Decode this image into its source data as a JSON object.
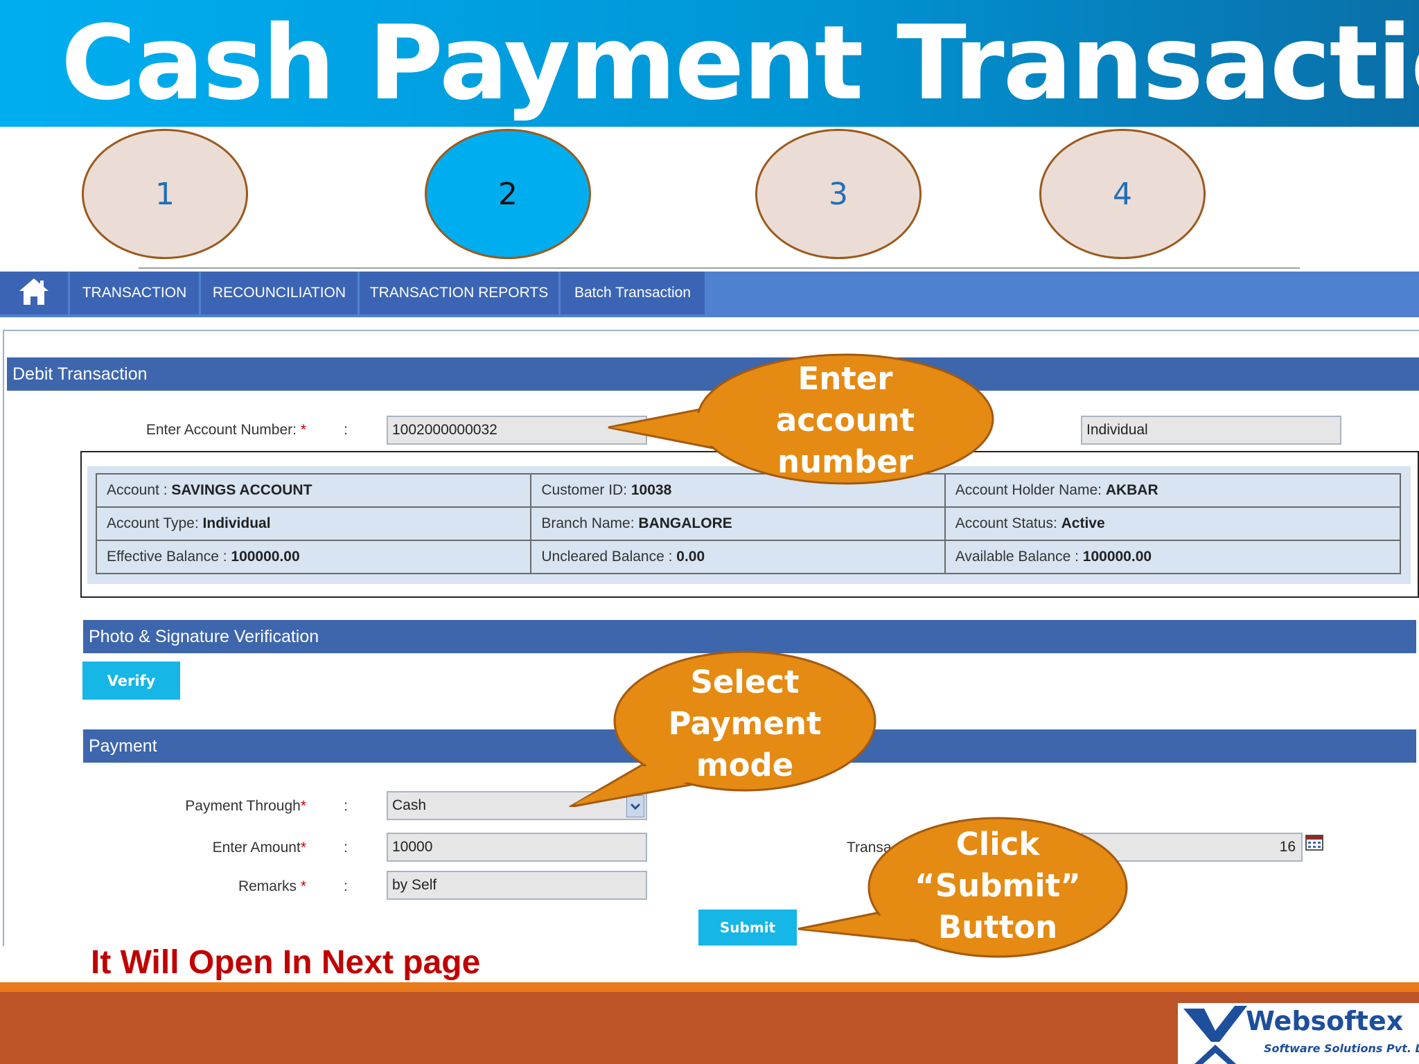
{
  "slide": {
    "title": "Cash Payment Transaction",
    "next_page_note": "It Will Open In Next page"
  },
  "steps": [
    {
      "label": "1",
      "active": false
    },
    {
      "label": "2",
      "active": true
    },
    {
      "label": "3",
      "active": false
    },
    {
      "label": "4",
      "active": false
    }
  ],
  "nav": {
    "home_icon": "home-icon",
    "items": [
      "TRANSACTION",
      "RECOUNCILIATION",
      "TRANSACTION REPORTS",
      "Batch Transaction"
    ]
  },
  "debit": {
    "section_title": "Debit Transaction",
    "account_label": "Enter Account Number:",
    "required_mark": "*",
    "colon": ":",
    "account_value": "1002000000032",
    "type_value": "Individual"
  },
  "account_info": [
    [
      {
        "label": "Account : ",
        "value": "SAVINGS ACCOUNT"
      },
      {
        "label": "Customer ID: ",
        "value": "10038"
      },
      {
        "label": "Account Holder Name: ",
        "value": "AKBAR"
      }
    ],
    [
      {
        "label": "Account Type: ",
        "value": "Individual"
      },
      {
        "label": "Branch Name: ",
        "value": "BANGALORE"
      },
      {
        "label": "Account Status: ",
        "value": "Active"
      }
    ],
    [
      {
        "label": "Effective Balance : ",
        "value": "100000.00"
      },
      {
        "label": "Uncleared Balance : ",
        "value": "0.00"
      },
      {
        "label": "Available Balance : ",
        "value": "100000.00"
      }
    ]
  ],
  "verification": {
    "section_title": "Photo & Signature Verification",
    "verify_label": "Verify"
  },
  "payment": {
    "section_title": "Payment",
    "through_label": "Payment Through",
    "through_value": "Cash",
    "amount_label": "Enter Amount",
    "amount_value": "10000",
    "remarks_label": "Remarks",
    "remarks_value": "by Self",
    "date_label_partial": "Transa",
    "date_value_partial": "16",
    "submit_label": "Submit",
    "calendar_icon": "calendar-icon"
  },
  "callouts": {
    "enter_account": [
      "Enter",
      "account",
      "number"
    ],
    "select_payment": [
      "Select",
      "Payment",
      "mode"
    ],
    "click_submit": [
      "Click",
      "“Submit”",
      "Button"
    ]
  },
  "colors": {
    "banner": "#00aef0",
    "step_active": "#00aeef",
    "step_inactive": "#ebdcd6",
    "nav_bar": "#5081d1",
    "section_bar": "#3d66ad",
    "callout": "#e58a12",
    "footer": "#bd5428",
    "note_red": "#c00000"
  },
  "logo": {
    "name": "Websoftex",
    "tagline": "Software Solutions Pvt. Ltd."
  }
}
